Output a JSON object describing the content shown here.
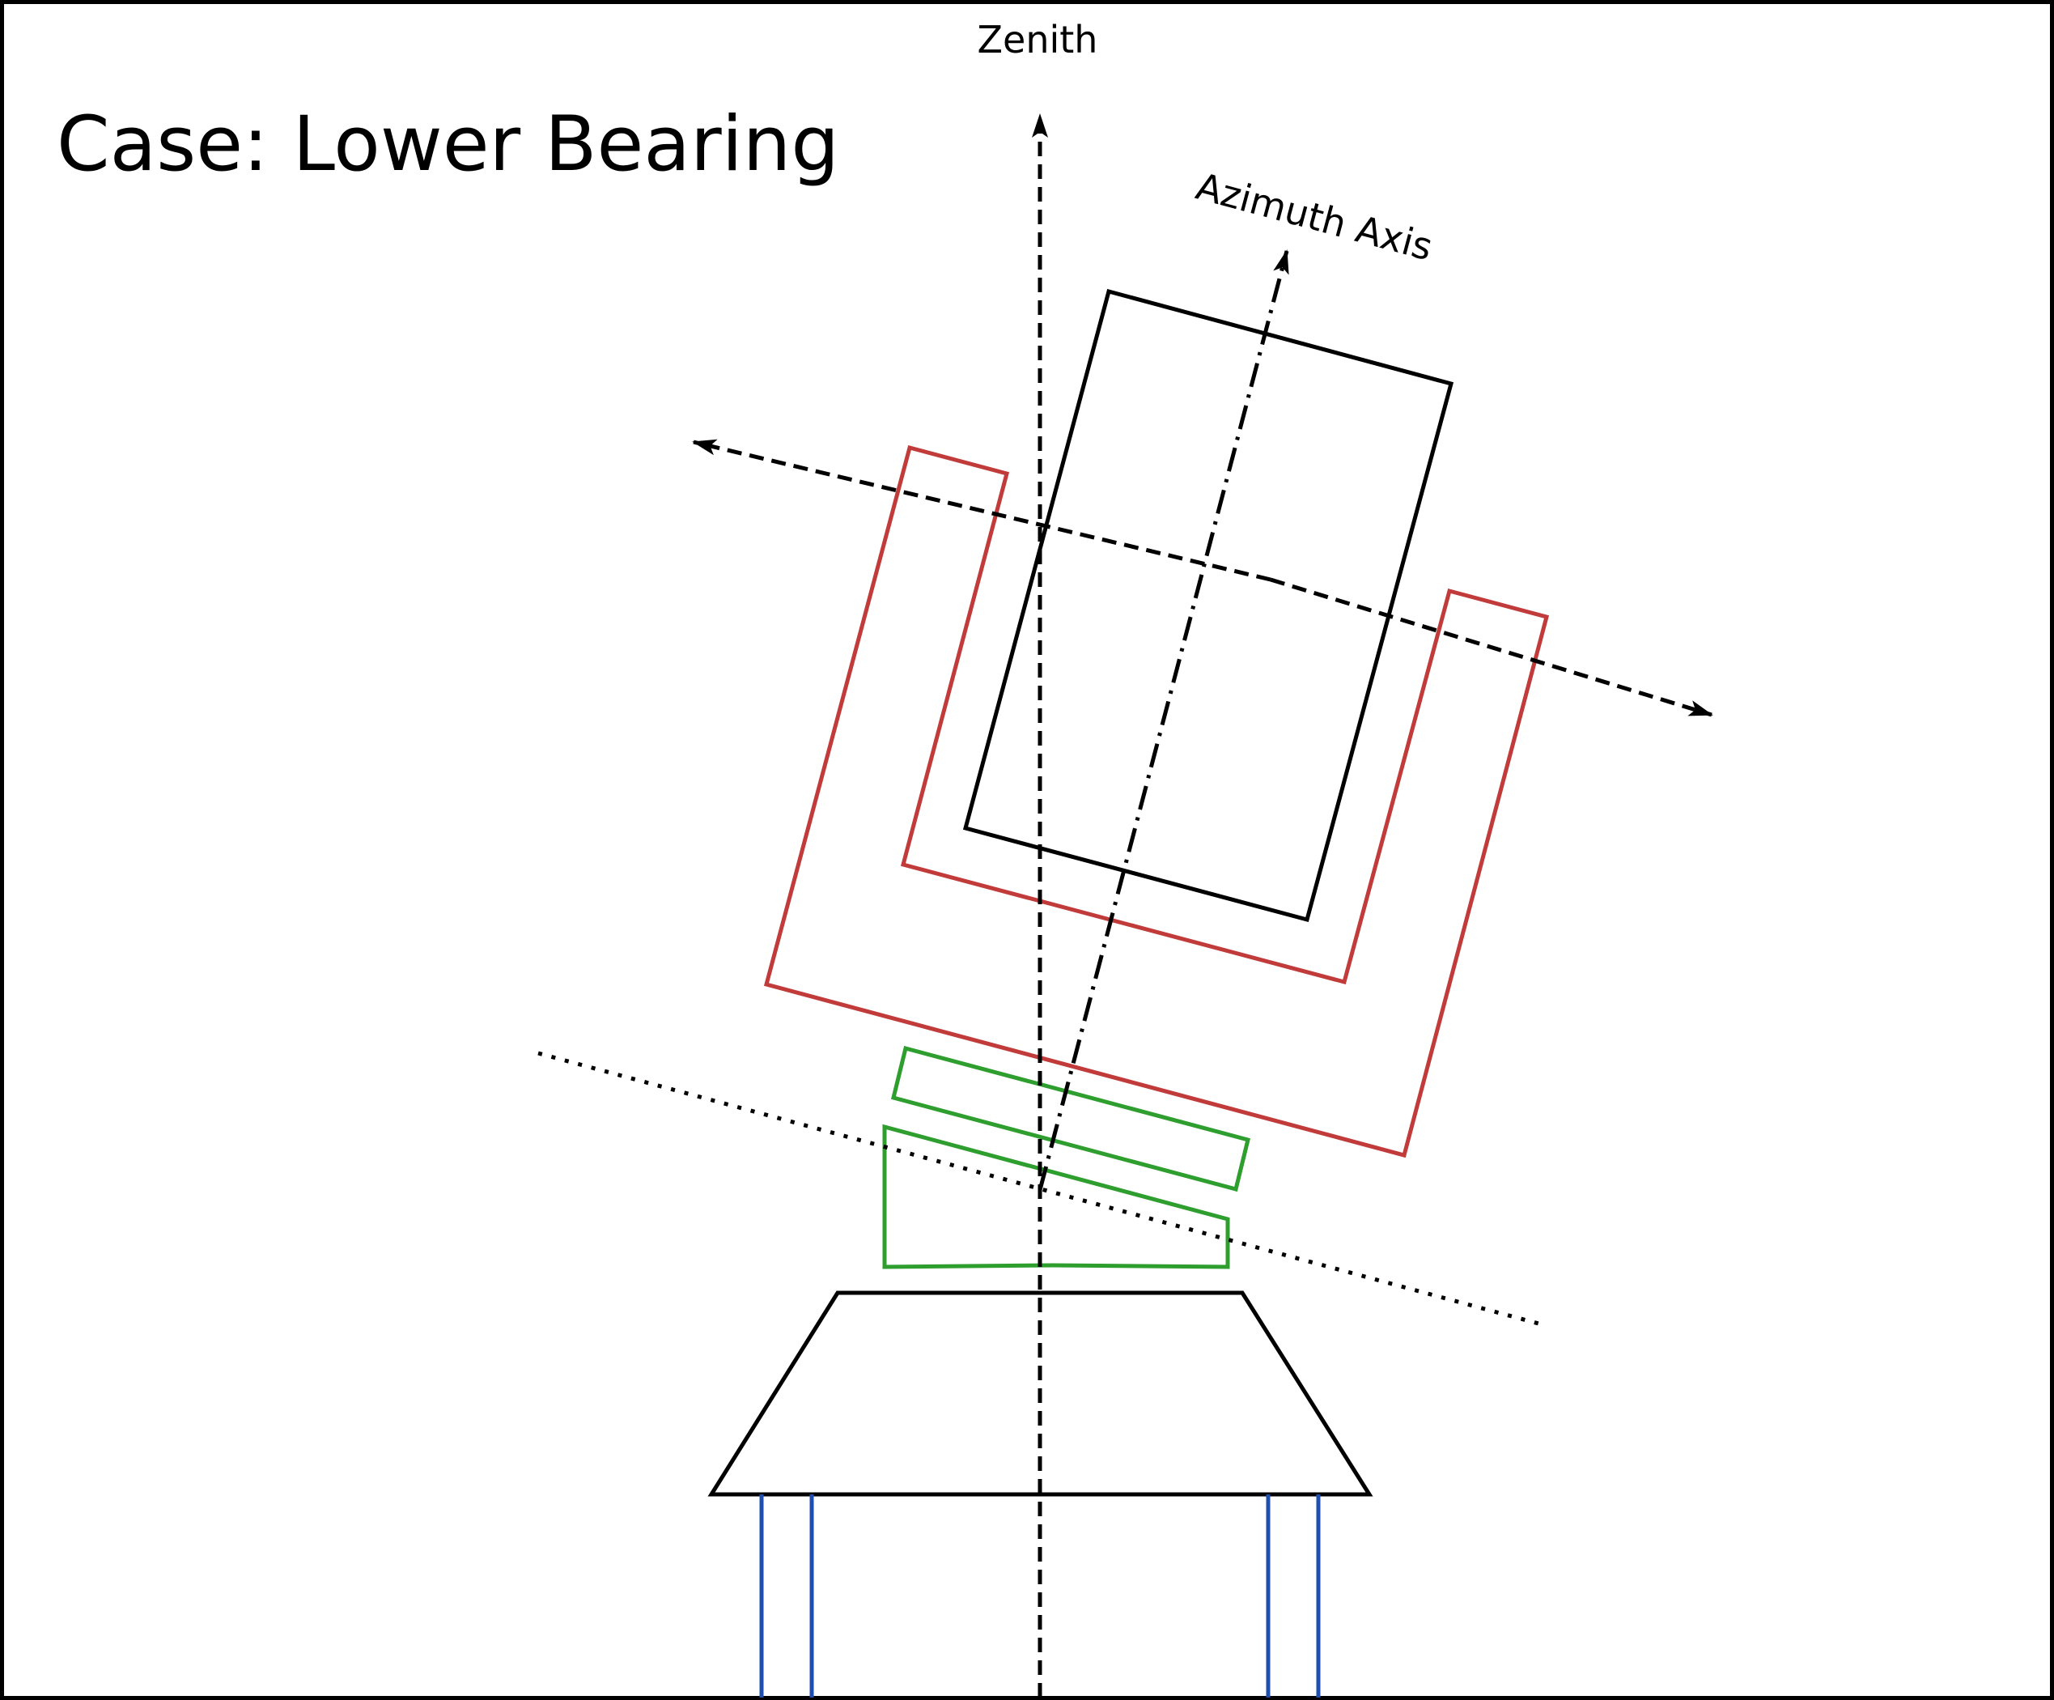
{
  "title": "Case: Lower Bearing",
  "labels": {
    "zenith": "Zenith",
    "azimuth_axis": "Azimuth Axis"
  },
  "colors": {
    "frame": "#000000",
    "tube": "#000000",
    "fork": "#c23b3b",
    "bearing": "#2e9e2e",
    "pier_legs": "#1f4fae",
    "axes": "#000000"
  }
}
